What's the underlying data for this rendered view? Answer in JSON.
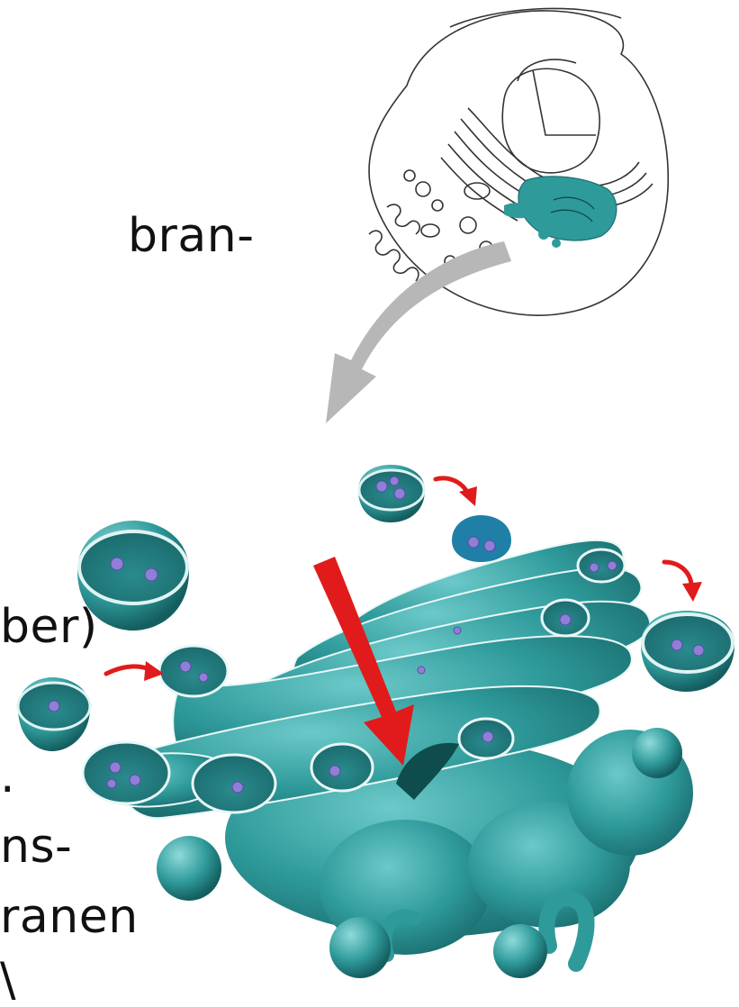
{
  "text_fragments": {
    "line1": "bran-",
    "line2": "ber)",
    "line3": ".",
    "line4": "ns-",
    "line5": "ranen",
    "line6": "\\"
  },
  "figure": {
    "cell_sketch": "cell-outline-with-highlighted-golgi",
    "pointer_arrow": "gray-curved-arrow",
    "main_organelle": "golgi-apparatus-stack",
    "vesicles": "transport-vesicles",
    "flow_arrows": "red-arrows"
  },
  "colors": {
    "golgi": "#2f9a9a",
    "golgi_dark": "#1c6f72",
    "golgi_light": "#7fcfcf",
    "vesicle_cargo": "#8f7fd6",
    "arrow_red": "#e11b1b",
    "arrow_gray": "#b7b7b7",
    "outline": "#333333"
  }
}
